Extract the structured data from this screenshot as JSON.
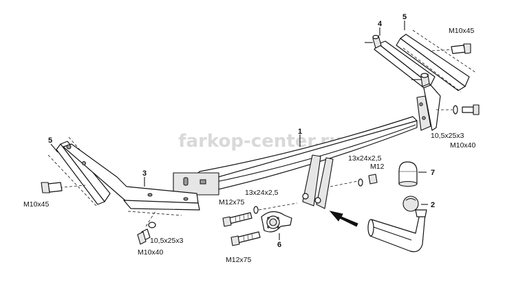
{
  "watermark": "farkop-center.ru",
  "callouts": {
    "p1": "1",
    "p2": "2",
    "p3": "3",
    "p4": "4",
    "p5_right": "5",
    "p5_left": "5",
    "p6": "6",
    "p7": "7"
  },
  "fasteners": {
    "m10x45_right": "M10x45",
    "m10x45_left": "M10x45",
    "washer_right": "10,5x25x3",
    "bolt_right": "M10x40",
    "washer_left": "10,5x25x3",
    "bolt_left": "M10x40",
    "washer_mid_right": "13x24x2,5",
    "nut_mid_right": "M12",
    "washer_mid_left": "13x24x2,5",
    "bolt_m12_upper": "M12x75",
    "bolt_m12_lower": "M12x75"
  }
}
